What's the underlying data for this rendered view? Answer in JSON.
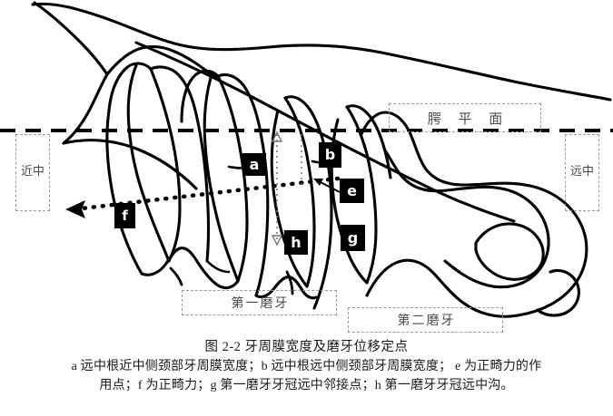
{
  "figure": {
    "title": "图 2-2 牙周膜宽度及磨牙位移定点",
    "caption_lines": [
      "a 远中根近中侧颈部牙周膜宽度；b 远中根远中侧颈部牙周膜宽度； e 为正畸力的作",
      "用点；f 为正畸力；g 第一磨牙牙冠远中邻接点；h 第一磨牙牙冠远中沟。"
    ]
  },
  "regions": {
    "palatal_plane": "腭 平 面",
    "mesial": "近中",
    "distal": "远中",
    "first_molar": "第一磨牙",
    "second_molar": "第二磨牙"
  },
  "markers": {
    "a": "a",
    "b": "b",
    "e": "e",
    "f": "f",
    "g": "g",
    "h": "h"
  },
  "colors": {
    "outline": "#000000",
    "marker_bg": "#000000",
    "marker_text": "#ffffff",
    "region_border": "#9a9a9a",
    "region_text": "#4a4a4a"
  }
}
